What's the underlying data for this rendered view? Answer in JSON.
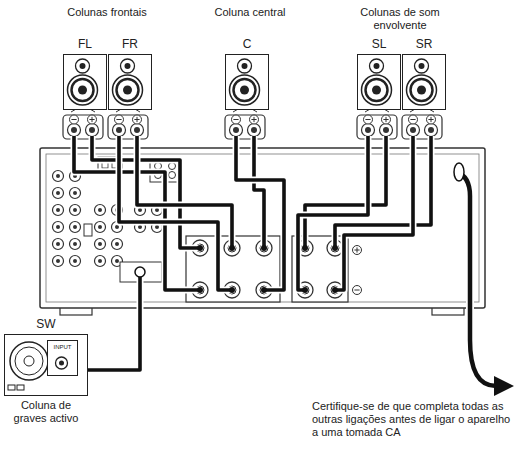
{
  "diagram": {
    "nodes": [
      {
        "text": [
          "FL"
        ]
      },
      {
        "text": [
          "FR"
        ]
      },
      {
        "text": [
          "C"
        ]
      },
      {
        "text": [
          "SL"
        ]
      },
      {
        "text": [
          "SR"
        ]
      },
      {
        "text": [
          "SW",
          "Coluna de graves activo"
        ]
      },
      {
        "text": [
          "INPUT"
        ],
        "in": 5
      }
    ],
    "labels": [
      "Colunas frontais",
      "Coluna central",
      "Colunas de som envolvente",
      "Certifique-se de que completa todas as outras ligações antes de ligar o aparelho a uma tomada CA"
    ]
  }
}
